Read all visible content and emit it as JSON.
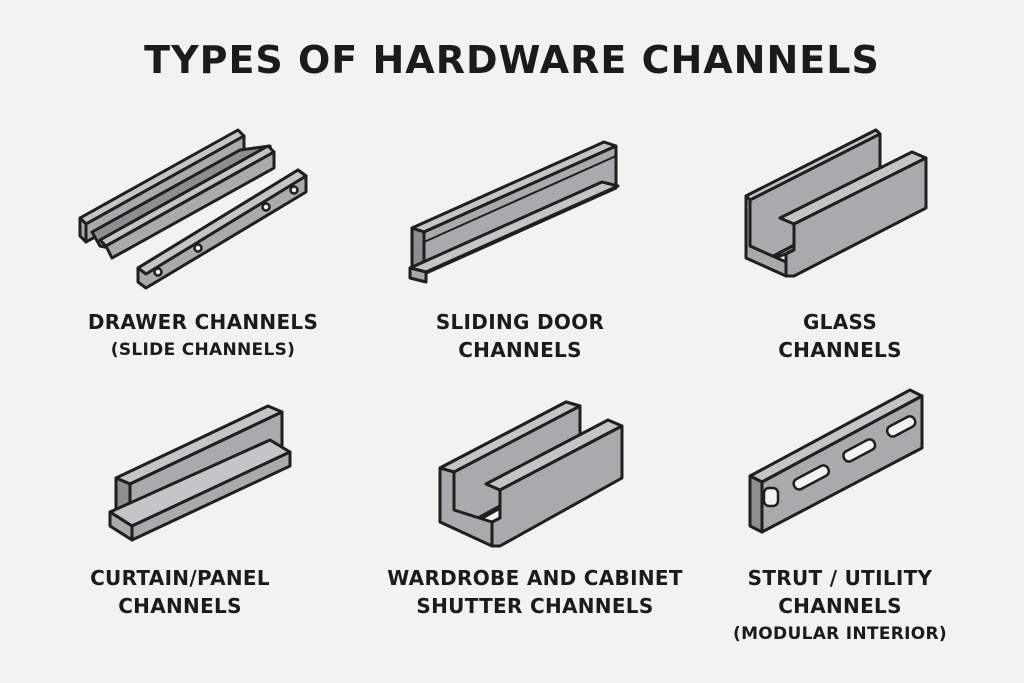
{
  "title": "TYPES OF HARDWARE CHANNELS",
  "items": [
    {
      "line1": "DRAWER CHANNELS",
      "line2": "(SLIDE CHANNELS)",
      "icon": "drawer-channel-icon"
    },
    {
      "line1": "SLIDING DOOR",
      "line2": "CHANNELS",
      "icon": "sliding-door-channel-icon"
    },
    {
      "line1": "GLASS",
      "line2": "CHANNELS",
      "icon": "glass-channel-icon"
    },
    {
      "line1": "CURTAIN/PANEL",
      "line2": "CHANNELS",
      "icon": "curtain-panel-channel-icon"
    },
    {
      "line1": "WARDROBE AND CABINET",
      "line2": "SHUTTER CHANNELS",
      "icon": "wardrobe-cabinet-channel-icon"
    },
    {
      "line1": "STRUT / UTILITY",
      "line2": "CHANNELS",
      "line3": "(MODULAR INTERIOR)",
      "icon": "strut-utility-channel-icon"
    }
  ]
}
